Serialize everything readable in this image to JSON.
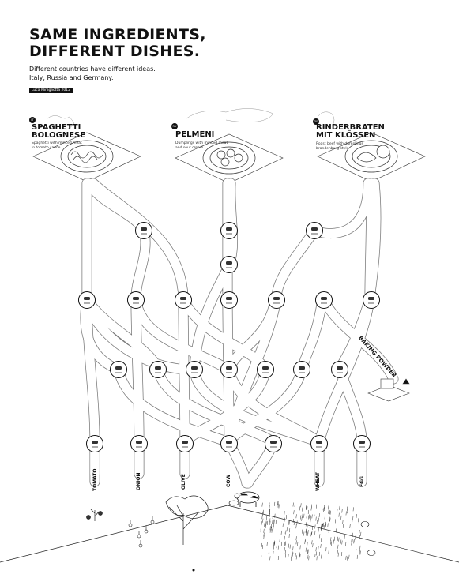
{
  "header": {
    "title_line1": "SAME INGREDIENTS,",
    "title_line2": "DIFFERENT DISHES.",
    "subtitle_line1": "Different countries have different ideas.",
    "subtitle_line2": "Italy, Russia and Germany.",
    "credit": "Luca Miragliotta 2012"
  },
  "dishes": [
    {
      "name_line1": "SPAGHETTI",
      "name_line2": "BOLOGNESE",
      "flag": "IT",
      "desc_line1": "Spaghetti with minced meat",
      "desc_line2": "in tomato sauce"
    },
    {
      "name_line1": "PELMENI",
      "name_line2": "",
      "flag": "RU",
      "desc_line1": "Dumplings with minced meat",
      "desc_line2": "and sour cream"
    },
    {
      "name_line1": "RINDERBRATEN",
      "name_line2": "MIT KLÖSSEN",
      "flag": "DE",
      "desc_line1": "Roast beef with dumplings",
      "desc_line2": "brandenburg style"
    }
  ],
  "ingredients": [
    "TOMATO",
    "ONION",
    "OLIVE",
    "COW",
    "WHEAT",
    "EGG"
  ],
  "extra_ingredient": "BAKING POWDER",
  "colors": {
    "ink": "#111111",
    "road": "#ffffff",
    "road_edge": "#555555",
    "node": "#ffffff"
  }
}
